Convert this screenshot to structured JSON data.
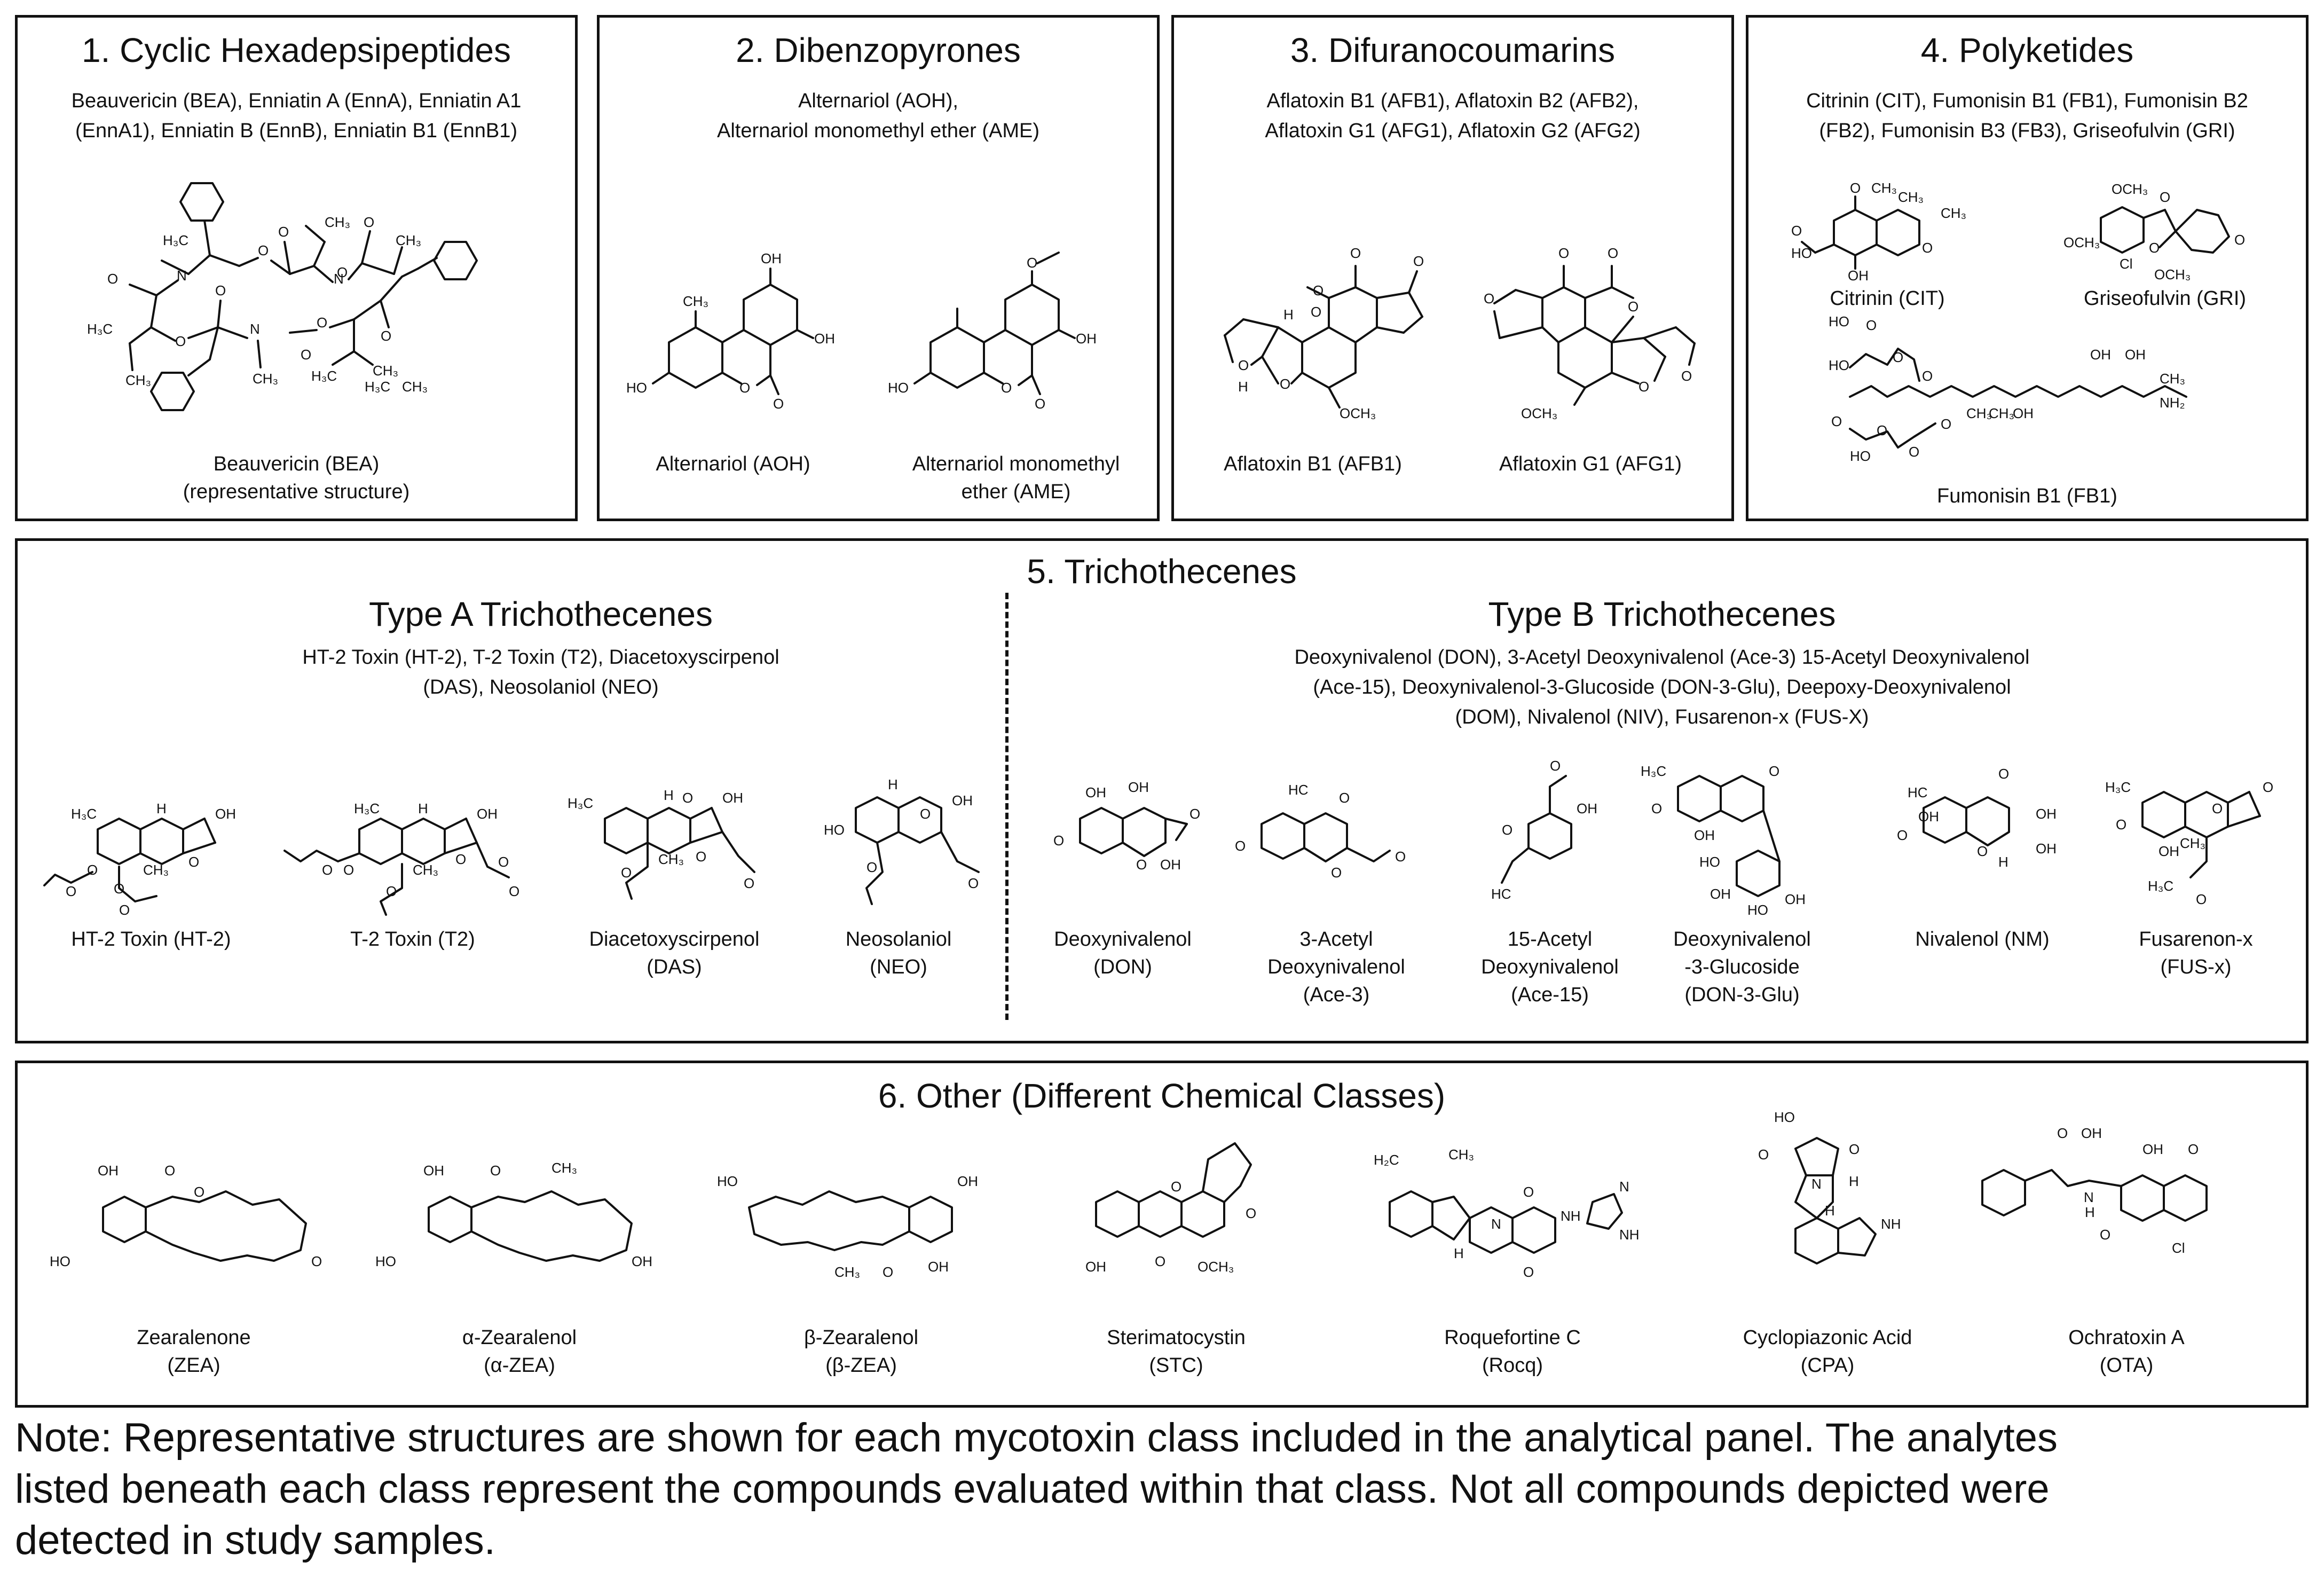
{
  "panels": {
    "p1": {
      "title": "1. Cyclic Hexadepsipeptides",
      "list": [
        "Beauvericin (BEA), Enniatin A (EnnA), Enniatin A1",
        "(EnnA1), Enniatin B (EnnB), Enniatin B1 (EnnB1)"
      ],
      "captions": [
        [
          "Beauvericin (BEA)",
          "(representative structure)"
        ]
      ]
    },
    "p2": {
      "title": "2. Dibenzopyrones",
      "list": [
        "Alternariol (AOH),",
        "Alternariol monomethyl ether (AME)"
      ],
      "captions": [
        [
          "Alternariol (AOH)"
        ],
        [
          "Alternariol monomethyl",
          "ether (AME)"
        ]
      ]
    },
    "p3": {
      "title": "3. Difuranocoumarins",
      "list": [
        "Aflatoxin B1 (AFB1), Aflatoxin B2 (AFB2),",
        "Aflatoxin G1 (AFG1), Aflatoxin G2 (AFG2)"
      ],
      "captions": [
        [
          "Aflatoxin B1 (AFB1)"
        ],
        [
          "Aflatoxin G1 (AFG1)"
        ]
      ]
    },
    "p4": {
      "title": "4. Polyketides",
      "list": [
        "Citrinin (CIT), Fumonisin B1 (FB1), Fumonisin B2",
        "(FB2), Fumonisin B3 (FB3), Griseofulvin (GRI)"
      ],
      "captions": [
        [
          "Citrinin (CIT)"
        ],
        [
          "Griseofulvin (GRI)"
        ],
        [
          "Fumonisin B1 (FB1)"
        ]
      ]
    },
    "p5": {
      "title": "5. Trichothecenes",
      "type_a": {
        "title": "Type A Trichothecenes",
        "list": [
          "HT-2 Toxin (HT-2), T-2 Toxin (T2), Diacetoxyscirpenol",
          "(DAS), Neosolaniol (NEO)"
        ],
        "captions": [
          [
            "HT-2 Toxin (HT-2)"
          ],
          [
            "T-2 Toxin (T2)"
          ],
          [
            "Diacetoxyscirpenol",
            "(DAS)"
          ],
          [
            "Neosolaniol",
            "(NEO)"
          ]
        ]
      },
      "type_b": {
        "title": "Type B Trichothecenes",
        "list": [
          "Deoxynivalenol (DON), 3-Acetyl Deoxynivalenol (Ace-3) 15-Acetyl Deoxynivalenol",
          "(Ace-15), Deoxynivalenol-3-Glucoside (DON-3-Glu), Deepoxy-Deoxynivalenol",
          "(DOM), Nivalenol (NIV), Fusarenon-x (FUS-X)"
        ],
        "captions": [
          [
            "Deoxynivalenol",
            "(DON)"
          ],
          [
            "3-Acetyl",
            "Deoxynivalenol",
            "(Ace-3)"
          ],
          [
            "15-Acetyl",
            "Deoxynivalenol",
            "(Ace-15)"
          ],
          [
            "Deoxynivalenol",
            "-3-Glucoside",
            "(DON-3-Glu)"
          ],
          [
            "Nivalenol (NM)"
          ],
          [
            "Fusarenon-x",
            "(FUS-x)"
          ]
        ]
      }
    },
    "p6": {
      "title": "6. Other (Different Chemical Classes)",
      "captions": [
        [
          "Zearalenone",
          "(ZEA)"
        ],
        [
          "α-Zearalenol",
          "(α-ZEA)"
        ],
        [
          "β-Zearalenol",
          "(β-ZEA)"
        ],
        [
          "Sterimatocystin",
          "(STC)"
        ],
        [
          "Roquefortine C",
          "(Rocq)"
        ],
        [
          "Cyclopiazonic Acid",
          "(CPA)"
        ],
        [
          "Ochratoxin A",
          "(OTA)"
        ]
      ]
    }
  },
  "atom_labels": {
    "bea": [
      "H₃C",
      "CH₃",
      "O",
      "O",
      "N",
      "O",
      "O",
      "H₃C",
      "CH₃",
      "N",
      "O",
      "O",
      "N",
      "CH₃",
      "O",
      "O",
      "H₃C",
      "CH₃",
      "O",
      "CH₃",
      "H₃C",
      "CH₃",
      "O"
    ],
    "aoh": [
      "OH",
      "CH₃",
      "OH",
      "HO",
      "O",
      "O"
    ],
    "ame": [
      "O",
      "OH",
      "HO",
      "O",
      "O"
    ],
    "afb1": [
      "O",
      "O",
      "O",
      "H",
      "O",
      "H",
      "O",
      "OCH₃",
      "O"
    ],
    "afg1": [
      "O",
      "O",
      "O",
      "O",
      "OCH₃",
      "O",
      "O"
    ],
    "cit": [
      "O",
      "CH₃",
      "CH₃",
      "HO",
      "O",
      "OH",
      "CH₃",
      "O"
    ],
    "gri": [
      "OCH₃",
      "O",
      "O",
      "OCH₃",
      "OCH₃",
      "Cl",
      "O"
    ],
    "fb1": [
      "HO",
      "O",
      "HO",
      "O",
      "O",
      "O",
      "OH",
      "OH",
      "CH₃",
      "NH₂",
      "CH₃",
      "CH₃",
      "OH",
      "O",
      "O",
      "HO",
      "O"
    ],
    "ht2": [
      "H₃C",
      "OH",
      "H",
      "O",
      "O",
      "CH₃",
      "O",
      "O",
      "O"
    ],
    "t2": [
      "H₃C",
      "OH",
      "H",
      "O",
      "O",
      "CH₃",
      "O",
      "O",
      "O",
      "O"
    ],
    "das": [
      "H₃C",
      "H",
      "O",
      "OH",
      "O",
      "CH₃",
      "O",
      "O"
    ],
    "neo": [
      "H",
      "O",
      "OH",
      "HO",
      "O",
      "O"
    ],
    "don": [
      "OH",
      "OH",
      "O",
      "O",
      "OH",
      "O"
    ],
    "ace3": [
      "HC",
      "O",
      "O",
      "O",
      "O"
    ],
    "ace15": [
      "O",
      "OH",
      "O",
      "HC"
    ],
    "don3glu": [
      "H₃C",
      "O",
      "OH",
      "HO",
      "OH",
      "HO",
      "O",
      "OH"
    ],
    "niv": [
      "HC",
      "O",
      "OH",
      "O",
      "OH",
      "H",
      "OH",
      "O"
    ],
    "fusx": [
      "H₃C",
      "O",
      "OH",
      "O",
      "CH₃",
      "O",
      "H₃C",
      "O"
    ],
    "zea": [
      "OH",
      "O",
      "HO",
      "O",
      "O"
    ],
    "azea": [
      "OH",
      "O",
      "CH₃",
      "HO",
      "OH"
    ],
    "bzea": [
      "HO",
      "OH",
      "CH₃",
      "O",
      "OH"
    ],
    "stc": [
      "O",
      "O",
      "OH",
      "O",
      "OCH₃"
    ],
    "rocq": [
      "H₂C",
      "CH₃",
      "O",
      "NH",
      "N",
      "N",
      "H",
      "O",
      "NH"
    ],
    "cpa": [
      "HO",
      "O",
      "O",
      "N",
      "H",
      "H",
      "NH"
    ],
    "ota": [
      "O",
      "OH",
      "OH",
      "O",
      "N",
      "H",
      "O",
      "Cl"
    ]
  },
  "note": [
    "Note: Representative structures are shown for each mycotoxin class included in the analytical panel. The analytes",
    "listed beneath each class represent the compounds evaluated within that class. Not all compounds depicted were",
    "detected in study samples."
  ]
}
